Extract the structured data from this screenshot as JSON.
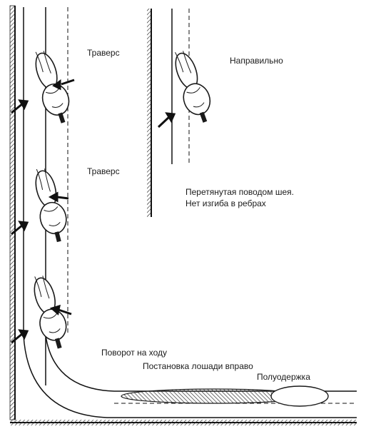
{
  "labels": {
    "travers_1": "Траверс",
    "napravilno": "Направильно",
    "travers_2": "Траверс",
    "note_line_1": "Перетянутая поводом шея.",
    "note_line_2": "Нет изгиба в ребрах",
    "povorot": "Поворот на ходу",
    "postanovka": "Постановка лошади вправо",
    "poluoderzhka": "Полуодержка"
  },
  "colors": {
    "ink": "#1a1a1a",
    "wall_hatch": "#333333",
    "background": "#ffffff"
  },
  "icons": {
    "arrow": "arrow-icon",
    "horse": "horse-topview-icon"
  }
}
